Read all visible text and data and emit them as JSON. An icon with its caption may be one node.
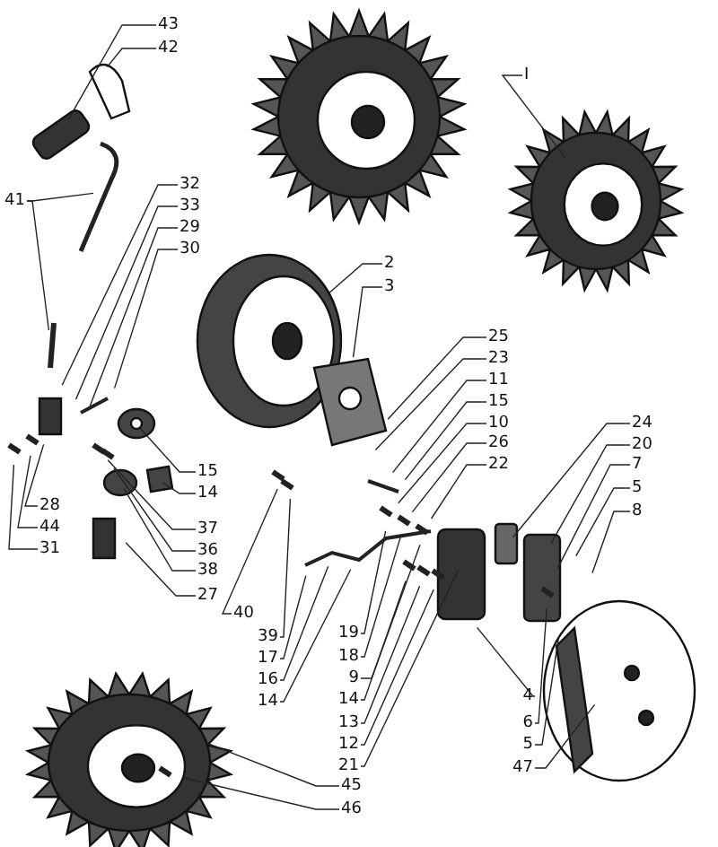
{
  "diagram": {
    "nodes": [
      {
        "text": [
          "43"
        ]
      },
      {
        "text": [
          "42"
        ]
      },
      {
        "text": [
          "41"
        ]
      },
      {
        "text": [
          "32"
        ]
      },
      {
        "text": [
          "33"
        ]
      },
      {
        "text": [
          "29"
        ]
      },
      {
        "text": [
          "30"
        ]
      },
      {
        "text": [
          "I"
        ]
      },
      {
        "text": [
          "2"
        ]
      },
      {
        "text": [
          "3"
        ]
      },
      {
        "text": [
          "25"
        ]
      },
      {
        "text": [
          "23"
        ]
      },
      {
        "text": [
          "11"
        ]
      },
      {
        "text": [
          "15"
        ]
      },
      {
        "text": [
          "10"
        ]
      },
      {
        "text": [
          "26"
        ]
      },
      {
        "text": [
          "22"
        ]
      },
      {
        "text": [
          "24"
        ]
      },
      {
        "text": [
          "20"
        ]
      },
      {
        "text": [
          "7"
        ]
      },
      {
        "text": [
          "5"
        ]
      },
      {
        "text": [
          "8"
        ]
      },
      {
        "text": [
          "15"
        ]
      },
      {
        "text": [
          "14"
        ]
      },
      {
        "text": [
          "28"
        ]
      },
      {
        "text": [
          "44"
        ]
      },
      {
        "text": [
          "37"
        ]
      },
      {
        "text": [
          "36"
        ]
      },
      {
        "text": [
          "31"
        ]
      },
      {
        "text": [
          "38"
        ]
      },
      {
        "text": [
          "27"
        ]
      },
      {
        "text": [
          "40"
        ]
      },
      {
        "text": [
          "39"
        ]
      },
      {
        "text": [
          "19"
        ]
      },
      {
        "text": [
          "17"
        ]
      },
      {
        "text": [
          "18"
        ]
      },
      {
        "text": [
          "16"
        ]
      },
      {
        "text": [
          "9"
        ]
      },
      {
        "text": [
          "14"
        ]
      },
      {
        "text": [
          "14"
        ]
      },
      {
        "text": [
          "13"
        ]
      },
      {
        "text": [
          "12"
        ]
      },
      {
        "text": [
          "21"
        ]
      },
      {
        "text": [
          "4"
        ]
      },
      {
        "text": [
          "6"
        ]
      },
      {
        "text": [
          "5"
        ]
      },
      {
        "text": [
          "47"
        ]
      },
      {
        "text": [
          "45"
        ]
      },
      {
        "text": [
          "46"
        ]
      }
    ],
    "edges": [
      {
        "from": 0,
        "to": null,
        "arrow": "none"
      },
      {
        "from": 1,
        "to": null,
        "arrow": "none"
      },
      {
        "from": 2,
        "to": null,
        "arrow": "none"
      },
      {
        "from": 2,
        "to": null,
        "arrow": "none"
      },
      {
        "from": 3,
        "to": null,
        "arrow": "none"
      },
      {
        "from": 4,
        "to": null,
        "arrow": "none"
      },
      {
        "from": 5,
        "to": null,
        "arrow": "none"
      },
      {
        "from": 6,
        "to": null,
        "arrow": "none"
      },
      {
        "from": 7,
        "to": null,
        "arrow": "none"
      },
      {
        "from": 8,
        "to": null,
        "arrow": "none"
      },
      {
        "from": 9,
        "to": null,
        "arrow": "none"
      },
      {
        "from": 10,
        "to": null,
        "arrow": "none"
      },
      {
        "from": 11,
        "to": null,
        "arrow": "none"
      },
      {
        "from": 12,
        "to": null,
        "arrow": "none"
      },
      {
        "from": 13,
        "to": null,
        "arrow": "none"
      },
      {
        "from": 14,
        "to": null,
        "arrow": "none"
      },
      {
        "from": 15,
        "to": null,
        "arrow": "none"
      },
      {
        "from": 16,
        "to": null,
        "arrow": "none"
      },
      {
        "from": 17,
        "to": null,
        "arrow": "none"
      },
      {
        "from": 18,
        "to": null,
        "arrow": "none"
      },
      {
        "from": 19,
        "to": null,
        "arrow": "none"
      },
      {
        "from": 20,
        "to": null,
        "arrow": "none"
      },
      {
        "from": 21,
        "to": null,
        "arrow": "none"
      },
      {
        "from": 22,
        "to": null,
        "arrow": "none"
      },
      {
        "from": 23,
        "to": null,
        "arrow": "none"
      },
      {
        "from": 24,
        "to": null,
        "arrow": "none"
      },
      {
        "from": 25,
        "to": null,
        "arrow": "none"
      },
      {
        "from": 26,
        "to": null,
        "arrow": "none"
      },
      {
        "from": 27,
        "to": null,
        "arrow": "none"
      },
      {
        "from": 28,
        "to": null,
        "arrow": "none"
      },
      {
        "from": 29,
        "to": null,
        "arrow": "none"
      },
      {
        "from": 30,
        "to": null,
        "arrow": "none"
      },
      {
        "from": 31,
        "to": null,
        "arrow": "none"
      },
      {
        "from": 32,
        "to": null,
        "arrow": "none"
      },
      {
        "from": 33,
        "to": null,
        "arrow": "none"
      },
      {
        "from": 34,
        "to": null,
        "arrow": "none"
      },
      {
        "from": 35,
        "to": null,
        "arrow": "none"
      },
      {
        "from": 36,
        "to": null,
        "arrow": "none"
      },
      {
        "from": 37,
        "to": null,
        "arrow": "none"
      },
      {
        "from": 38,
        "to": null,
        "arrow": "none"
      },
      {
        "from": 39,
        "to": null,
        "arrow": "none"
      },
      {
        "from": 40,
        "to": null,
        "arrow": "none"
      },
      {
        "from": 41,
        "to": null,
        "arrow": "none"
      },
      {
        "from": 42,
        "to": null,
        "arrow": "none"
      },
      {
        "from": 43,
        "to": null,
        "arrow": "none"
      },
      {
        "from": 44,
        "to": null,
        "arrow": "none"
      },
      {
        "from": 45,
        "to": null,
        "arrow": "none"
      },
      {
        "from": 46,
        "to": null,
        "arrow": "none"
      },
      {
        "from": 47,
        "to": null,
        "arrow": "none"
      },
      {
        "from": 48,
        "to": null,
        "arrow": "none"
      }
    ]
  }
}
